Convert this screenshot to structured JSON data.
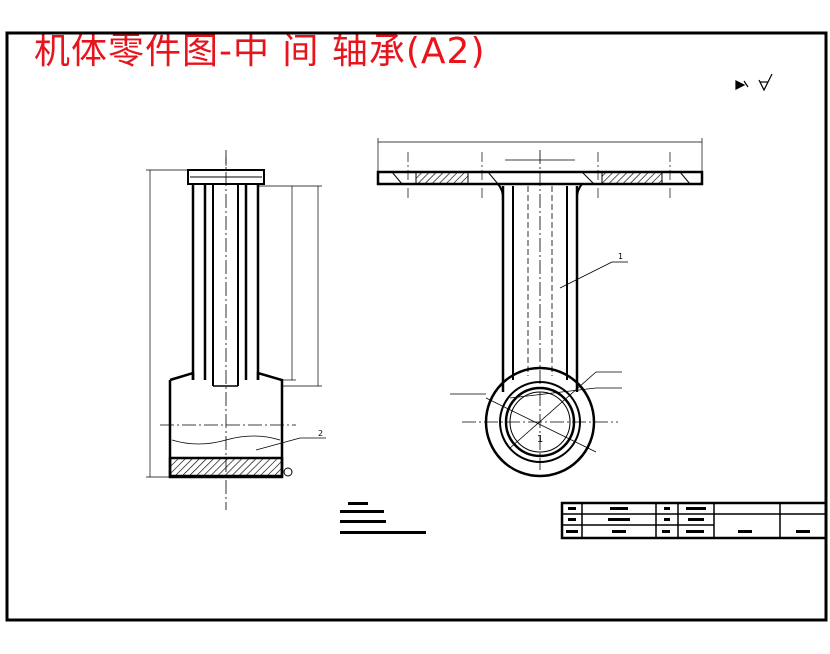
{
  "title": "机体零件图-中 间 轴承(A2)",
  "colors": {
    "title": "#e8141c",
    "line": "#000000",
    "background": "#ffffff"
  },
  "views": {
    "side_view": {
      "part_balloon": "2"
    },
    "front_view": {
      "part_balloon": "1",
      "center_mark": "1"
    }
  },
  "surface_symbol": "▷ ∜"
}
